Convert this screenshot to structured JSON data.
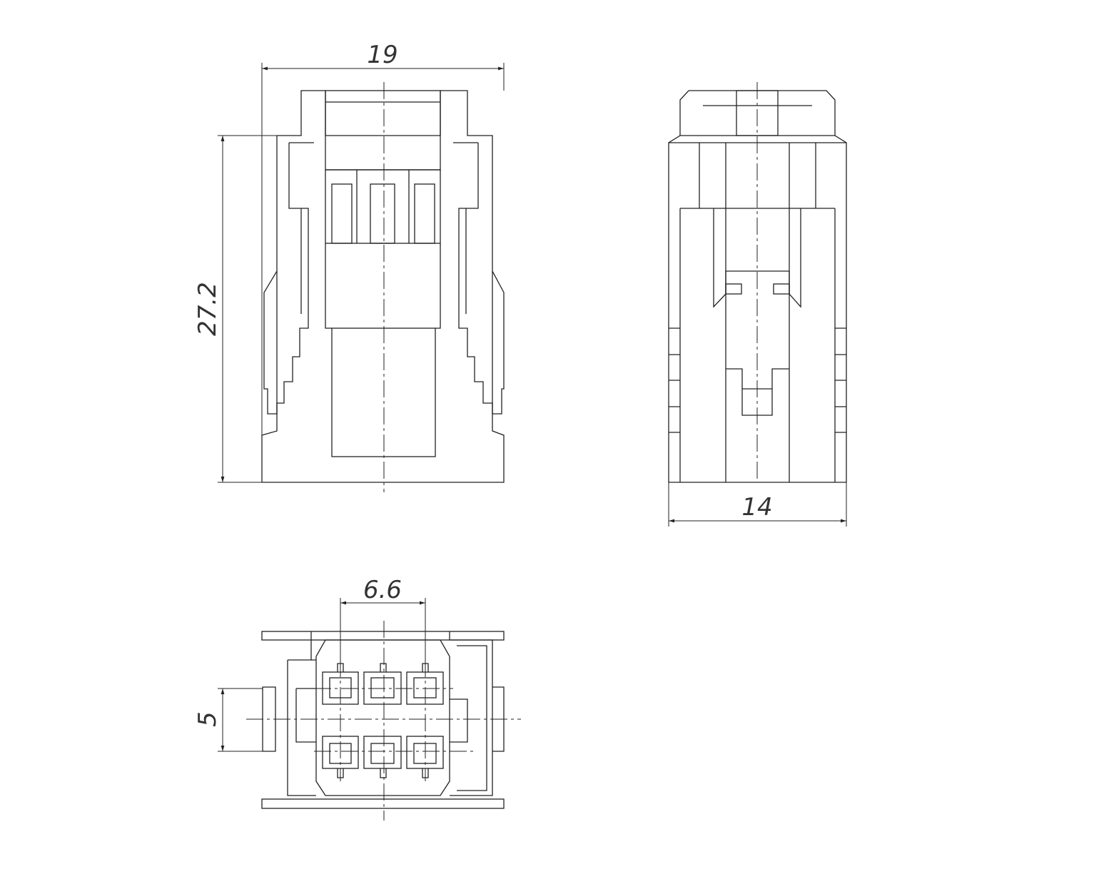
{
  "drawing": {
    "views": [
      "front-view",
      "side-view",
      "bottom-view"
    ],
    "dimensions": {
      "width_front": "19",
      "height_front": "27.2",
      "width_side": "14",
      "pitch_horizontal": "6.6",
      "pitch_vertical": "5"
    },
    "line_color": "#222222",
    "background": "#ffffff"
  }
}
